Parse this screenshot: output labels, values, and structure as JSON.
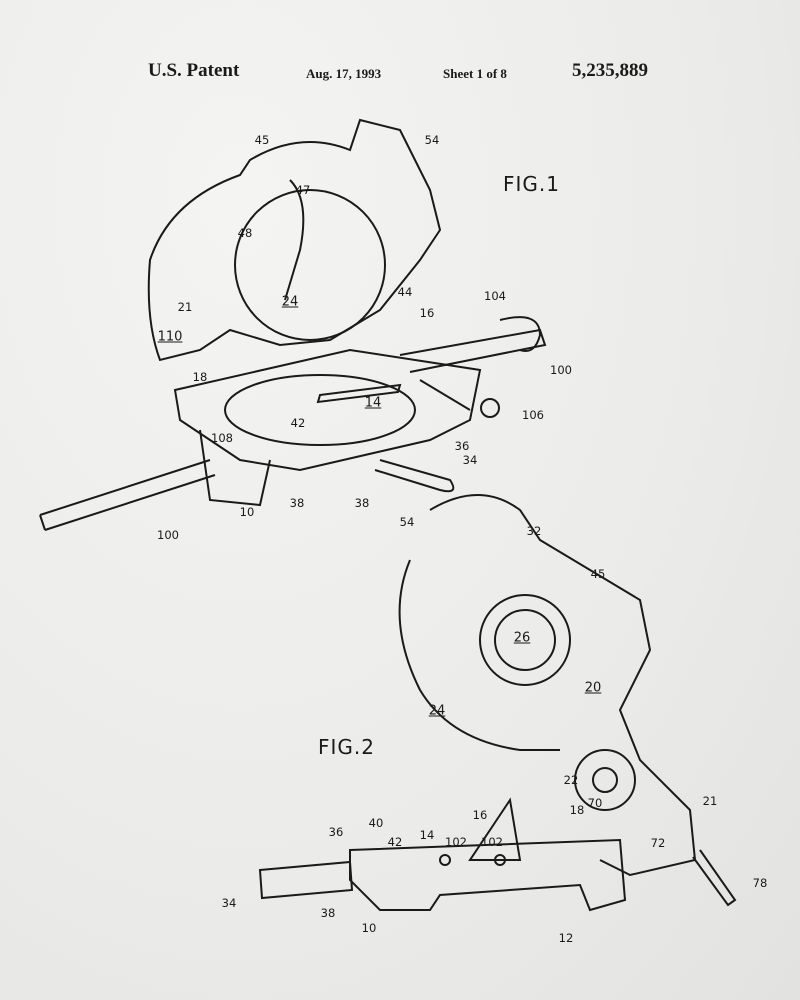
{
  "header": {
    "title": "U.S. Patent",
    "date": "Aug. 17, 1993",
    "sheet": "Sheet 1 of 8",
    "patent_number": "5,235,889"
  },
  "figures": {
    "fig1": "FIG.1",
    "fig2": "FIG.2"
  },
  "fig1_labels": [
    "45",
    "54",
    "47",
    "48",
    "21",
    "24",
    "44",
    "110",
    "104",
    "16",
    "100",
    "18",
    "14",
    "106",
    "108",
    "42",
    "36",
    "34",
    "10",
    "38",
    "38",
    "100"
  ],
  "fig2_labels": [
    "54",
    "32",
    "45",
    "26",
    "20",
    "24",
    "22",
    "70",
    "18",
    "21",
    "16",
    "36",
    "40",
    "42",
    "14",
    "102",
    "102",
    "72",
    "34",
    "38",
    "10",
    "12",
    "78"
  ]
}
